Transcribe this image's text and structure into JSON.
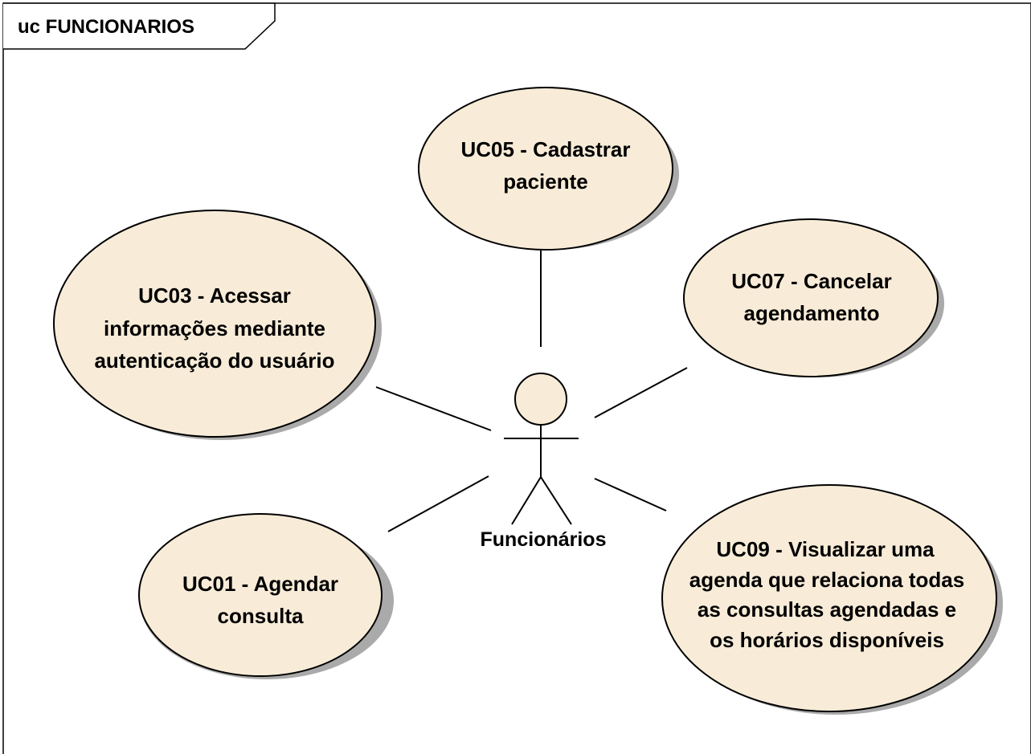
{
  "frame": {
    "title": "uc FUNCIONARIOS"
  },
  "actor": {
    "label": "Funcionários"
  },
  "use_cases": [
    {
      "id": "uc05",
      "lines": [
        "UC05 - Cadastrar",
        "paciente"
      ]
    },
    {
      "id": "uc03",
      "lines": [
        "UC03 - Acessar",
        "informações mediante",
        "autenticação do usuário"
      ]
    },
    {
      "id": "uc07",
      "lines": [
        "UC07 - Cancelar",
        "agendamento"
      ]
    },
    {
      "id": "uc01",
      "lines": [
        "UC01 - Agendar",
        "consulta"
      ]
    },
    {
      "id": "uc09",
      "lines": [
        "UC09 - Visualizar uma",
        "agenda que relaciona todas",
        "as consultas agendadas e",
        "os horários disponíveis"
      ]
    }
  ],
  "colors": {
    "usecase_fill": "#f8ecd8",
    "usecase_shadow": "#aaaaaa",
    "stroke": "#000000",
    "background": "#ffffff"
  }
}
